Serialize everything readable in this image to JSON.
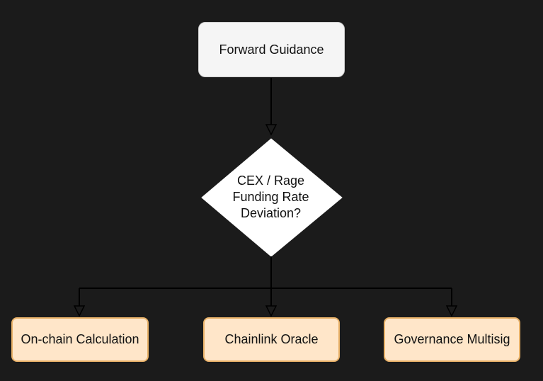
{
  "diagram": {
    "start_node": {
      "label": "Forward Guidance"
    },
    "decision_node": {
      "label": "CEX / Rage\nFunding Rate\nDeviation?"
    },
    "outcomes": [
      {
        "label": "On-chain Calculation"
      },
      {
        "label": "Chainlink Oracle"
      },
      {
        "label": "Governance Multisig"
      }
    ]
  },
  "colors": {
    "background": "#1b1b1b",
    "start_fill": "#f5f5f5",
    "decision_fill": "#ffffff",
    "outcome_fill": "#ffe6c9",
    "outcome_border": "#e8b168",
    "connector": "#000000"
  }
}
